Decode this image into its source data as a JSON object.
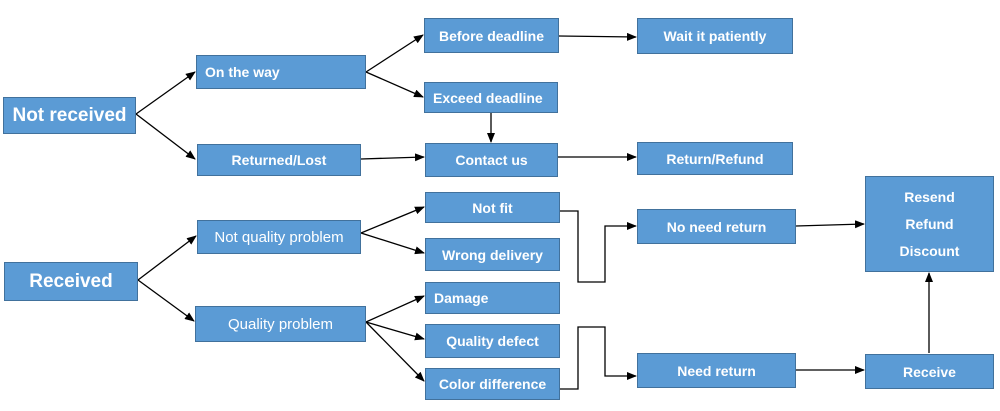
{
  "diagram": {
    "nodes": {
      "not_received": "Not received",
      "on_the_way": "On the way",
      "returned_lost": "Returned/Lost",
      "before_deadline": "Before deadline",
      "exceed_deadline": "Exceed deadline",
      "contact_us": "Contact us",
      "wait_patiently": "Wait it patiently",
      "return_refund": "Return/Refund",
      "received": "Received",
      "not_quality_problem": "Not quality problem",
      "quality_problem": "Quality problem",
      "not_fit": "Not fit",
      "wrong_delivery": "Wrong delivery",
      "damage": "Damage",
      "quality_defect": "Quality defect",
      "color_difference": "Color difference",
      "no_need_return": "No need return",
      "need_return": "Need return",
      "receive": "Receive",
      "resend": "Resend",
      "refund": "Refund",
      "discount": "Discount"
    },
    "colors": {
      "box_fill": "#5b9bd5",
      "box_border": "#41719c",
      "text": "#ffffff",
      "connector": "#000000"
    }
  }
}
